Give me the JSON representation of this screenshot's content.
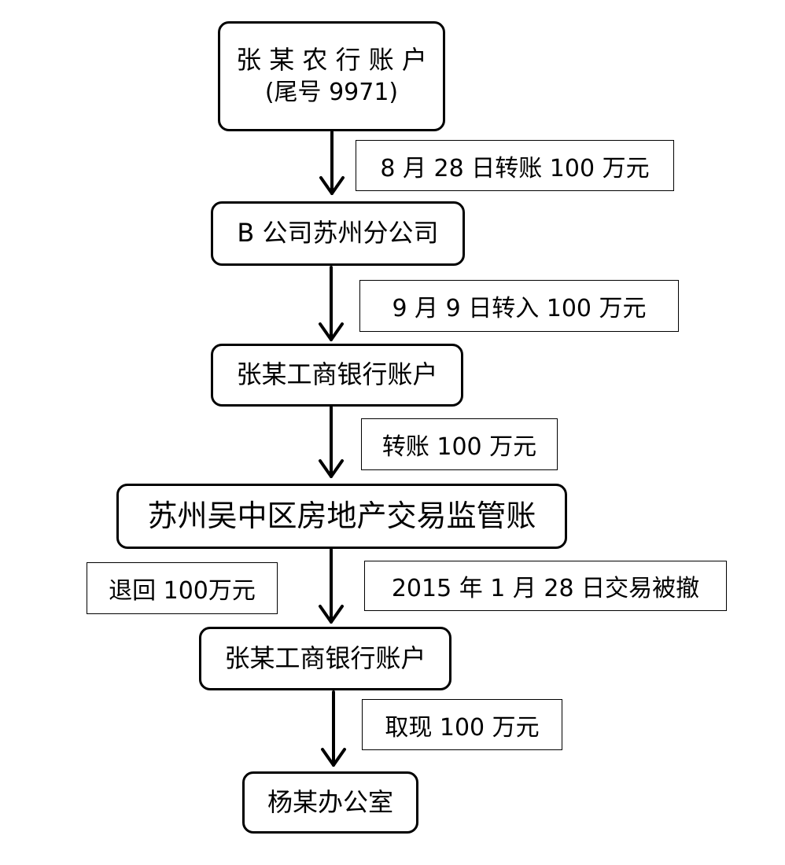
{
  "nodes": {
    "account_abc": {
      "line1": "张 某 农 行 账 户",
      "line2": "(尾号 9971)"
    },
    "b_company": "B 公司苏州分公司",
    "icbc_account_1": "张某工商银行账户",
    "supervision_account": "苏州吴中区房地产交易监管账",
    "icbc_account_2": "张某工商银行账户",
    "yang_office": "杨某办公室"
  },
  "edges": {
    "transfer_aug28": "8 月 28 日转账 100 万元",
    "transfer_in_sep9": "9 月 9 日转入 100 万元",
    "transfer_100": "转账 100 万元",
    "refund_100": "退回 100万元",
    "cancelled_2015": "2015 年 1 月 28 日交易被撤",
    "withdraw_100": "取现 100 万元"
  }
}
